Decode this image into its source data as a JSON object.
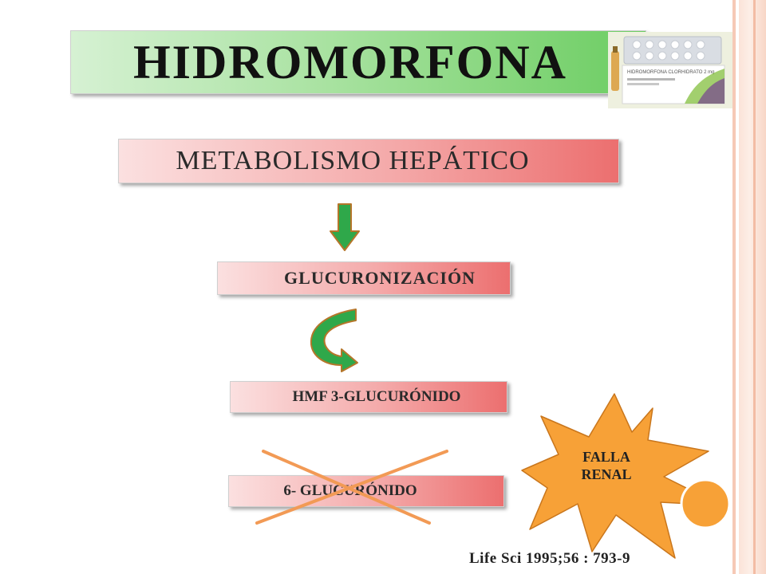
{
  "title": "HIDROMORFONA",
  "product_image": {
    "box_label": "HIDROMORFONA CLORHIDRATO 2 mg"
  },
  "boxes": {
    "metabolism": "METABOLISMO HEPÁTICO",
    "glucuronidation": "GLUCURONIZACIÓN",
    "hmf3": "HMF 3-GLUCURÓNIDO",
    "six": "6- GLUCURÓNIDO"
  },
  "starburst_text": "FALLA\nRENAL",
  "citation": "Life  Sci 1995;56 : 793-9",
  "colors": {
    "title_banner": "#6ccd62",
    "red_banner": "#ec6f6f",
    "arrow_green": "#2fa84a",
    "arrow_outline": "#b5762a",
    "cross": "#f29a55",
    "starburst": "#f7a137",
    "circle": "#f7a137",
    "border": "#f6c9b6"
  }
}
